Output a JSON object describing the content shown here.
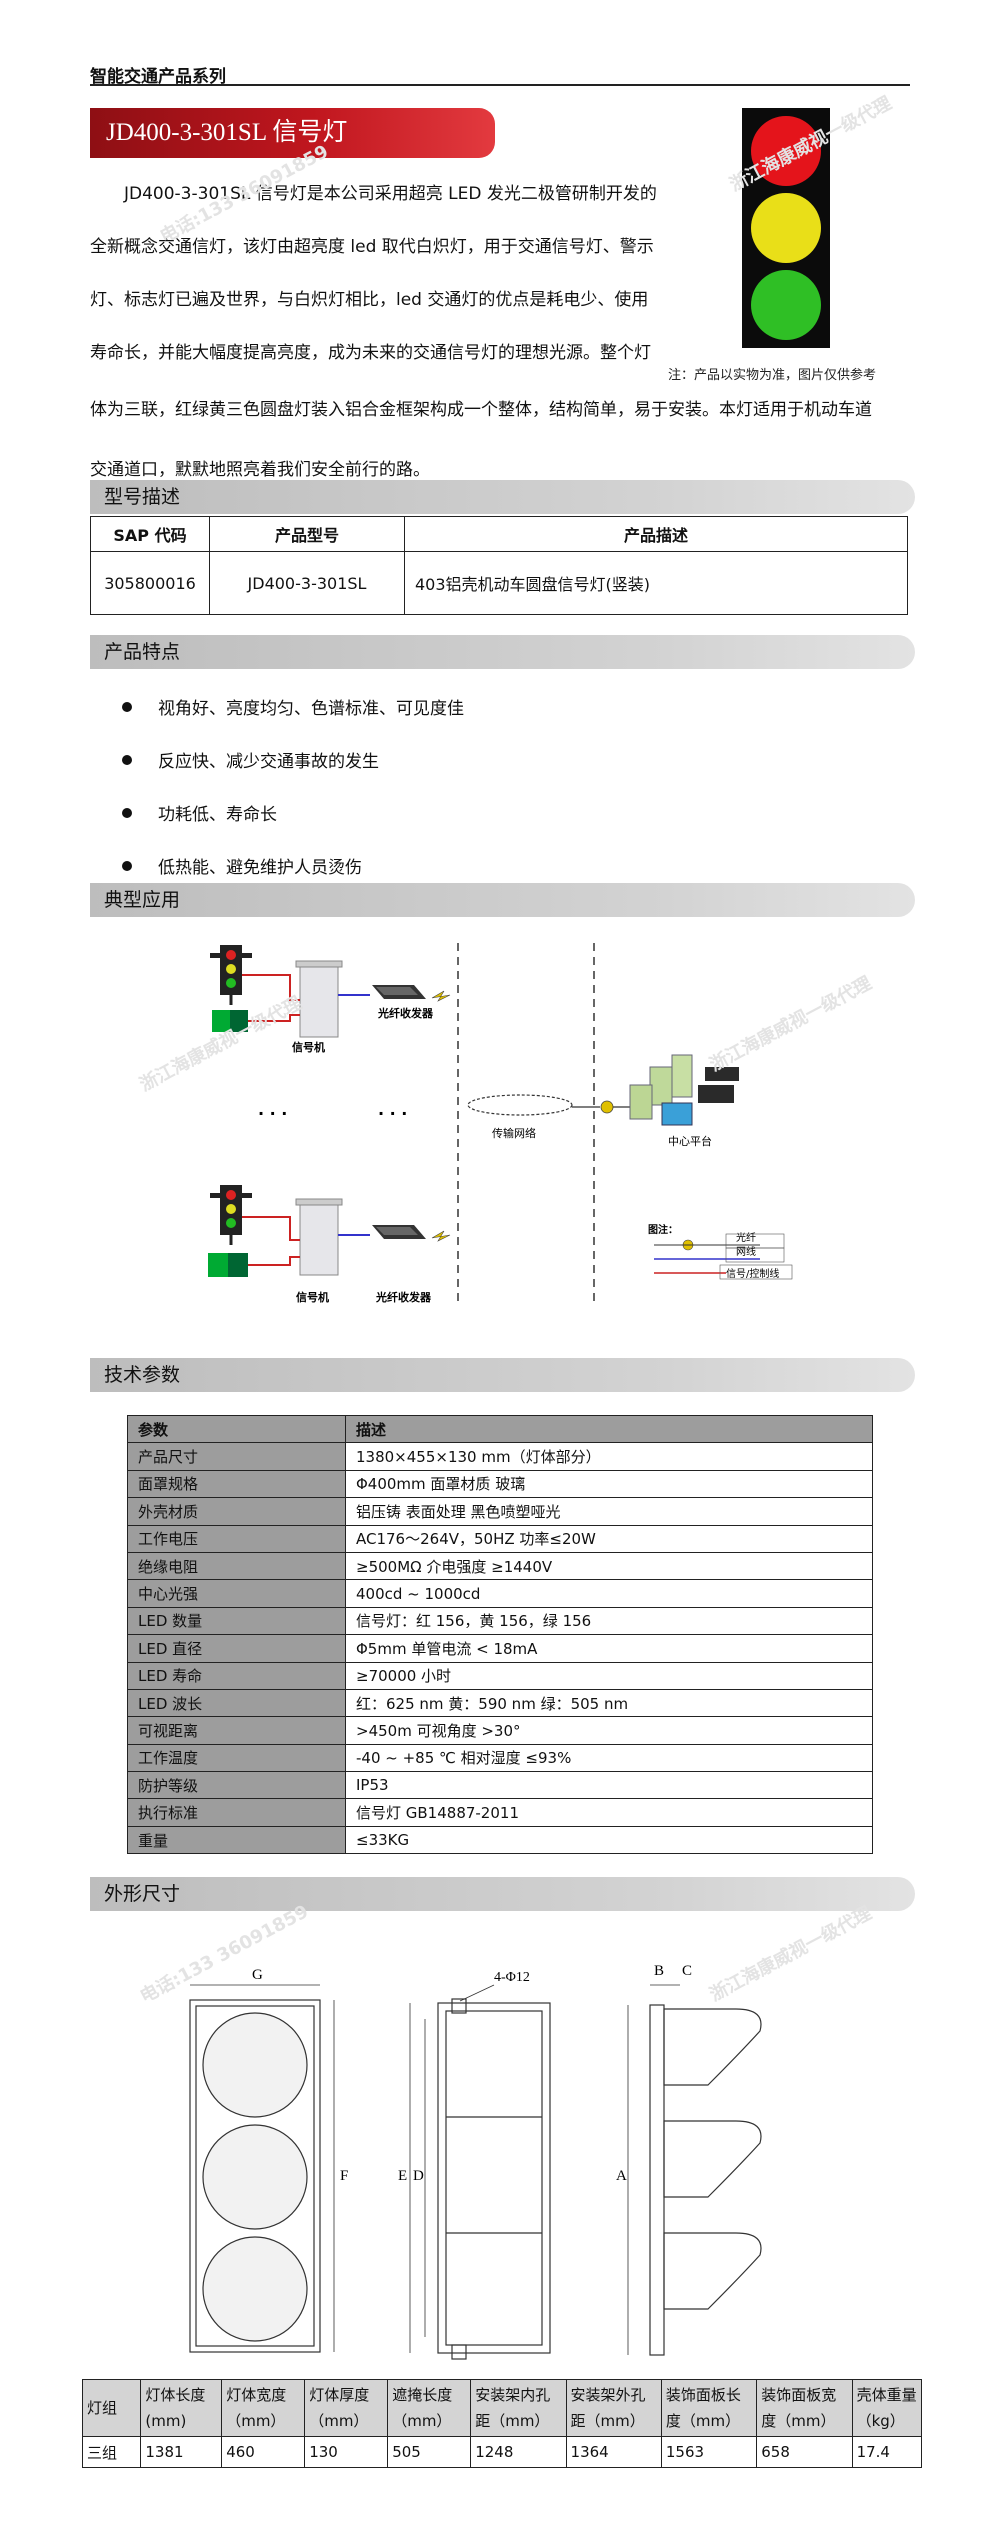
{
  "header": {
    "series": "智能交通产品系列"
  },
  "title": "JD400-3-301SL 信号灯",
  "intro_lines": [
    "JD400-3-301SL 信号灯是本公司采用超亮 LED 发光二极管研制开发的",
    "全新概念交通信灯，该灯由超亮度 led 取代白炽灯，用于交通信号灯、警示",
    "灯、标志灯已遍及世界，与白炽灯相比，led 交通灯的优点是耗电少、使用",
    "寿命长，并能大幅度提高亮度，成为未来的交通信号灯的理想光源。整个灯"
  ],
  "intro_lines2": [
    "体为三联，红绿黄三色圆盘灯装入铝合金框架构成一个整体，结构简单，易于安装。本灯适用于机动车道",
    "交通道口，默默地照亮着我们安全前行的路。"
  ],
  "image_note": "注：产品以实物为准，图片仅供参考",
  "colors": {
    "red": "#e4141b",
    "yellow": "#e9df18",
    "green": "#2fbf25",
    "banner": "#c0161e"
  },
  "sections": {
    "model": "型号描述",
    "features": "产品特点",
    "application": "典型应用",
    "tech": "技术参数",
    "dims": "外形尺寸"
  },
  "model_table": {
    "headers": [
      "SAP 代码",
      "产品型号",
      "产品描述"
    ],
    "row": [
      "305800016",
      "JD400-3-301SL",
      "403铝壳机动车圆盘信号灯(竖装)"
    ]
  },
  "features": [
    "视角好、亮度均匀、色谱标准、可见度佳",
    "反应快、减少交通事故的发生",
    "功耗低、寿命长",
    "低热能、避免维护人员烫伤"
  ],
  "diagram": {
    "signal_machine": "信号机",
    "fiber_transceiver": "光纤收发器",
    "network": "传输网络",
    "center": "中心平台",
    "legend_title": "图注：",
    "legend": [
      "光纤",
      "网线",
      "信号/控制线"
    ],
    "dots": "· · ·"
  },
  "param_table": {
    "headers": [
      "参数",
      "描述"
    ],
    "rows": [
      [
        "产品尺寸",
        "1380×455×130 mm（灯体部分）"
      ],
      [
        "面罩规格",
        "Φ400mm 面罩材质 玻璃"
      ],
      [
        "外壳材质",
        "铝压铸  表面处理 黑色喷塑哑光"
      ],
      [
        "工作电压",
        "AC176～264V，50HZ     功率≤20W"
      ],
      [
        "绝缘电阻",
        "≥500MΩ   介电强度       ≥1440V"
      ],
      [
        "中心光强",
        "400cd ~ 1000cd"
      ],
      [
        "LED 数量",
        "信号灯：红 156，黄 156，绿 156"
      ],
      [
        "LED 直径",
        "Φ5mm  单管电流  < 18mA"
      ],
      [
        "LED 寿命",
        "≥70000 小时"
      ],
      [
        "LED 波长",
        "红：625 nm 黄：590 nm 绿：505 nm"
      ],
      [
        "可视距离",
        ">450m 可视角度 >30°"
      ],
      [
        "工作温度",
        "-40 ~ +85 ℃  相对湿度  ≤93%"
      ],
      [
        "防护等级",
        "IP53"
      ],
      [
        "执行标准",
        "信号灯 GB14887-2011"
      ],
      [
        "重量",
        "≤33KG"
      ]
    ]
  },
  "dim_labels": {
    "G": "G",
    "F": "F",
    "E": "E",
    "D": "D",
    "A": "A",
    "B": "B",
    "C": "C",
    "holes": "4-Φ12"
  },
  "dim_table": {
    "headers": [
      "灯组",
      "灯体长度(mm)",
      "灯体宽度（mm）",
      "灯体厚度（mm）",
      "遮掩长度（mm）",
      "安装架内孔距（mm）",
      "安装架外孔距（mm）",
      "装饰面板长度（mm）",
      "装饰面板宽度（mm）",
      "壳体重量（kg）"
    ],
    "row": [
      "三组",
      "1381",
      "460",
      "130",
      "505",
      "1248",
      "1364",
      "1563",
      "658",
      "17.4"
    ]
  },
  "watermark": [
    "浙江海康威视一级代理",
    "电话:133 36091859"
  ]
}
